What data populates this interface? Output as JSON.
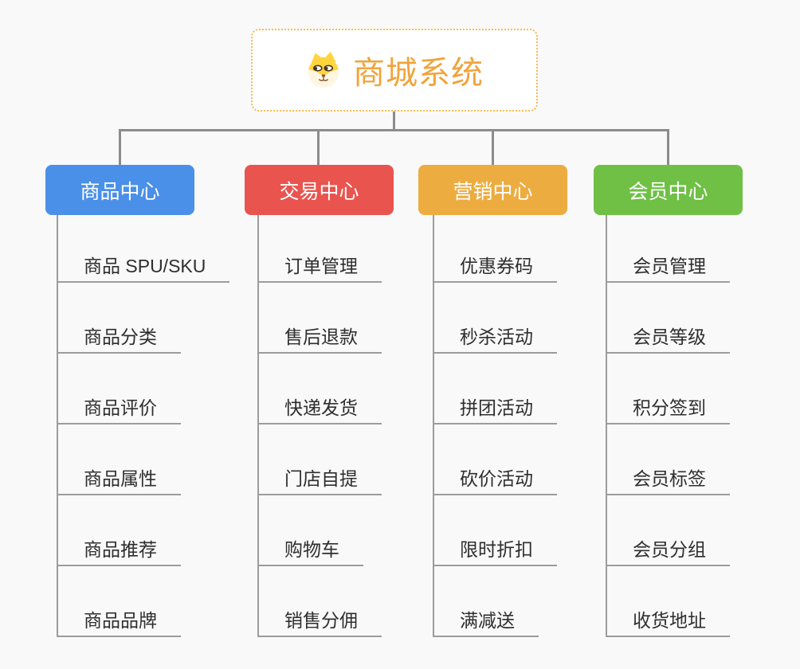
{
  "canvas": {
    "background": "#F9F9F9",
    "connector_color": "#8C8C8C",
    "leaf_line_color": "#9C9C9C"
  },
  "root": {
    "title": "商城系统",
    "icon": "shiba-dog-icon",
    "text_color": "#F0A43C",
    "border_color": "#F5BB50"
  },
  "branches": [
    {
      "label": "商品中心",
      "color": "#4A90E8",
      "children": [
        "商品 SPU/SKU",
        "商品分类",
        "商品评价",
        "商品属性",
        "商品推荐",
        "商品品牌"
      ]
    },
    {
      "label": "交易中心",
      "color": "#E9544F",
      "children": [
        "订单管理",
        "售后退款",
        "快递发货",
        "门店自提",
        "购物车",
        "销售分佣"
      ]
    },
    {
      "label": "营销中心",
      "color": "#EDAC3F",
      "children": [
        "优惠券码",
        "秒杀活动",
        "拼团活动",
        "砍价活动",
        "限时折扣",
        "满减送"
      ]
    },
    {
      "label": "会员中心",
      "color": "#6FC045",
      "children": [
        "会员管理",
        "会员等级",
        "积分签到",
        "会员标签",
        "会员分组",
        "收货地址"
      ]
    }
  ]
}
